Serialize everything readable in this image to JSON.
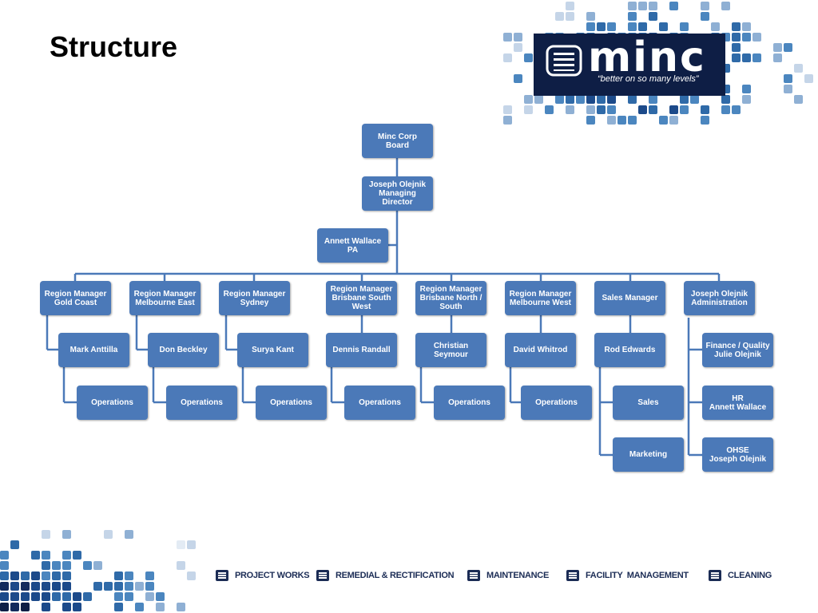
{
  "slide": {
    "title": "Structure"
  },
  "logo": {
    "wordmark": "minc",
    "tagline": "“better on so many levels”"
  },
  "colors": {
    "node": "#4b79b8",
    "connector": "#4b79b8",
    "navy": "#1b2c55"
  },
  "org": {
    "board": "Minc Corp\nBoard",
    "md": "Joseph Olejnik\nManaging\nDirector",
    "pa": "Annett Wallace\nPA",
    "branches": [
      {
        "head": "Region Manager\nGold Coast",
        "children": [
          "Mark Anttilla",
          "Operations"
        ]
      },
      {
        "head": "Region Manager\nMelbourne East",
        "children": [
          "Don Beckley",
          "Operations"
        ]
      },
      {
        "head": "Region Manager\nSydney",
        "children": [
          "Surya Kant",
          "Operations"
        ]
      },
      {
        "head": "Region Manager\nBrisbane South\nWest",
        "children": [
          "Dennis Randall",
          "Operations"
        ]
      },
      {
        "head": "Region Manager\nBrisbane North /\nSouth",
        "children": [
          "Christian Seymour",
          "Operations"
        ]
      },
      {
        "head": "Region Manager\nMelbourne West",
        "children": [
          "David Whitrod",
          "Operations"
        ]
      },
      {
        "head": "Sales Manager",
        "children": [
          "Rod Edwards",
          "Sales",
          "Marketing"
        ]
      },
      {
        "head": "Joseph Olejnik\nAdministration",
        "children": [
          "Finance / Quality\nJulie Olejnik",
          "HR\nAnnett Wallace",
          "OHSE\nJoseph Olejnik"
        ]
      }
    ]
  },
  "footer": {
    "items": [
      {
        "label": "PROJECT WORKS",
        "icon": "minc-mark-icon"
      },
      {
        "label": "REMEDIAL & RECTIFICATION",
        "icon": "minc-mark-icon"
      },
      {
        "label": "MAINTENANCE",
        "icon": "minc-mark-icon"
      },
      {
        "label": "FACILITY  MANAGEMENT",
        "icon": "minc-mark-icon"
      },
      {
        "label": "CLEANING",
        "icon": "minc-mark-icon"
      }
    ]
  }
}
